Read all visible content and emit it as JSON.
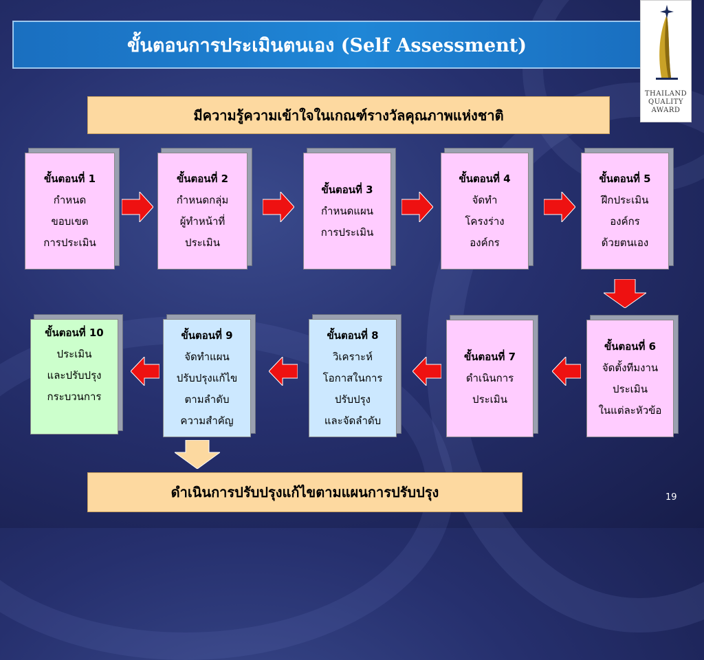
{
  "title": "ขั้นตอนการประเมินตนเอง (Self Assessment)",
  "banner_top": "มีความรู้ความเข้าใจในเกณฑ์รางวัลคุณภาพแห่งชาติ",
  "banner_bottom": "ดำเนินการปรับปรุงแก้ไขตามแผนการปรับปรุง",
  "logo": {
    "line1": "THAILAND",
    "line2": "QUALITY",
    "line3": "AWARD"
  },
  "page_number": "19",
  "steps": [
    {
      "head": "ขั้นตอนที่ 1",
      "lines": [
        "กำหนด",
        "ขอบเขต",
        "การประเมิน"
      ]
    },
    {
      "head": "ขั้นตอนที่ 2",
      "lines": [
        "กำหนดกลุ่ม",
        "ผู้ทำหน้าที่",
        "ประเมิน"
      ]
    },
    {
      "head": "ขั้นตอนที่ 3",
      "lines": [
        "กำหนดแผน",
        "การประเมิน"
      ]
    },
    {
      "head": "ขั้นตอนที่ 4",
      "lines": [
        "จัดทำ",
        "โครงร่าง",
        "องค์กร"
      ]
    },
    {
      "head": "ขั้นตอนที่ 5",
      "lines": [
        "ฝึกประเมิน",
        "องค์กร",
        "ด้วยตนเอง"
      ]
    },
    {
      "head": "ขั้นตอนที่ 6",
      "lines": [
        "จัดตั้งทีมงาน",
        "ประเมิน",
        "ในแต่ละหัวข้อ"
      ]
    },
    {
      "head": "ขั้นตอนที่ 7",
      "lines": [
        "ดำเนินการ",
        "ประเมิน"
      ]
    },
    {
      "head": "ขั้นตอนที่ 8",
      "lines": [
        "วิเคราะห์",
        "โอกาสในการ",
        "ปรับปรุง",
        "และจัดลำดับ"
      ]
    },
    {
      "head": "ขั้นตอนที่ 9",
      "lines": [
        "จัดทำแผน",
        "ปรับปรุงแก้ไข",
        "ตามลำดับ",
        "ความสำคัญ"
      ]
    },
    {
      "head": "ขั้นตอนที่ 10",
      "lines": [
        "ประเมิน",
        "และปรับปรุง",
        "กระบวนการ"
      ]
    }
  ],
  "colors": {
    "step_pink": "#ffccff",
    "step_blue": "#cce8ff",
    "step_green": "#ccffcc",
    "arrow_red": "#ee1111",
    "arrow_orange": "#fcd9a0",
    "banner": "#fdd9a0"
  }
}
